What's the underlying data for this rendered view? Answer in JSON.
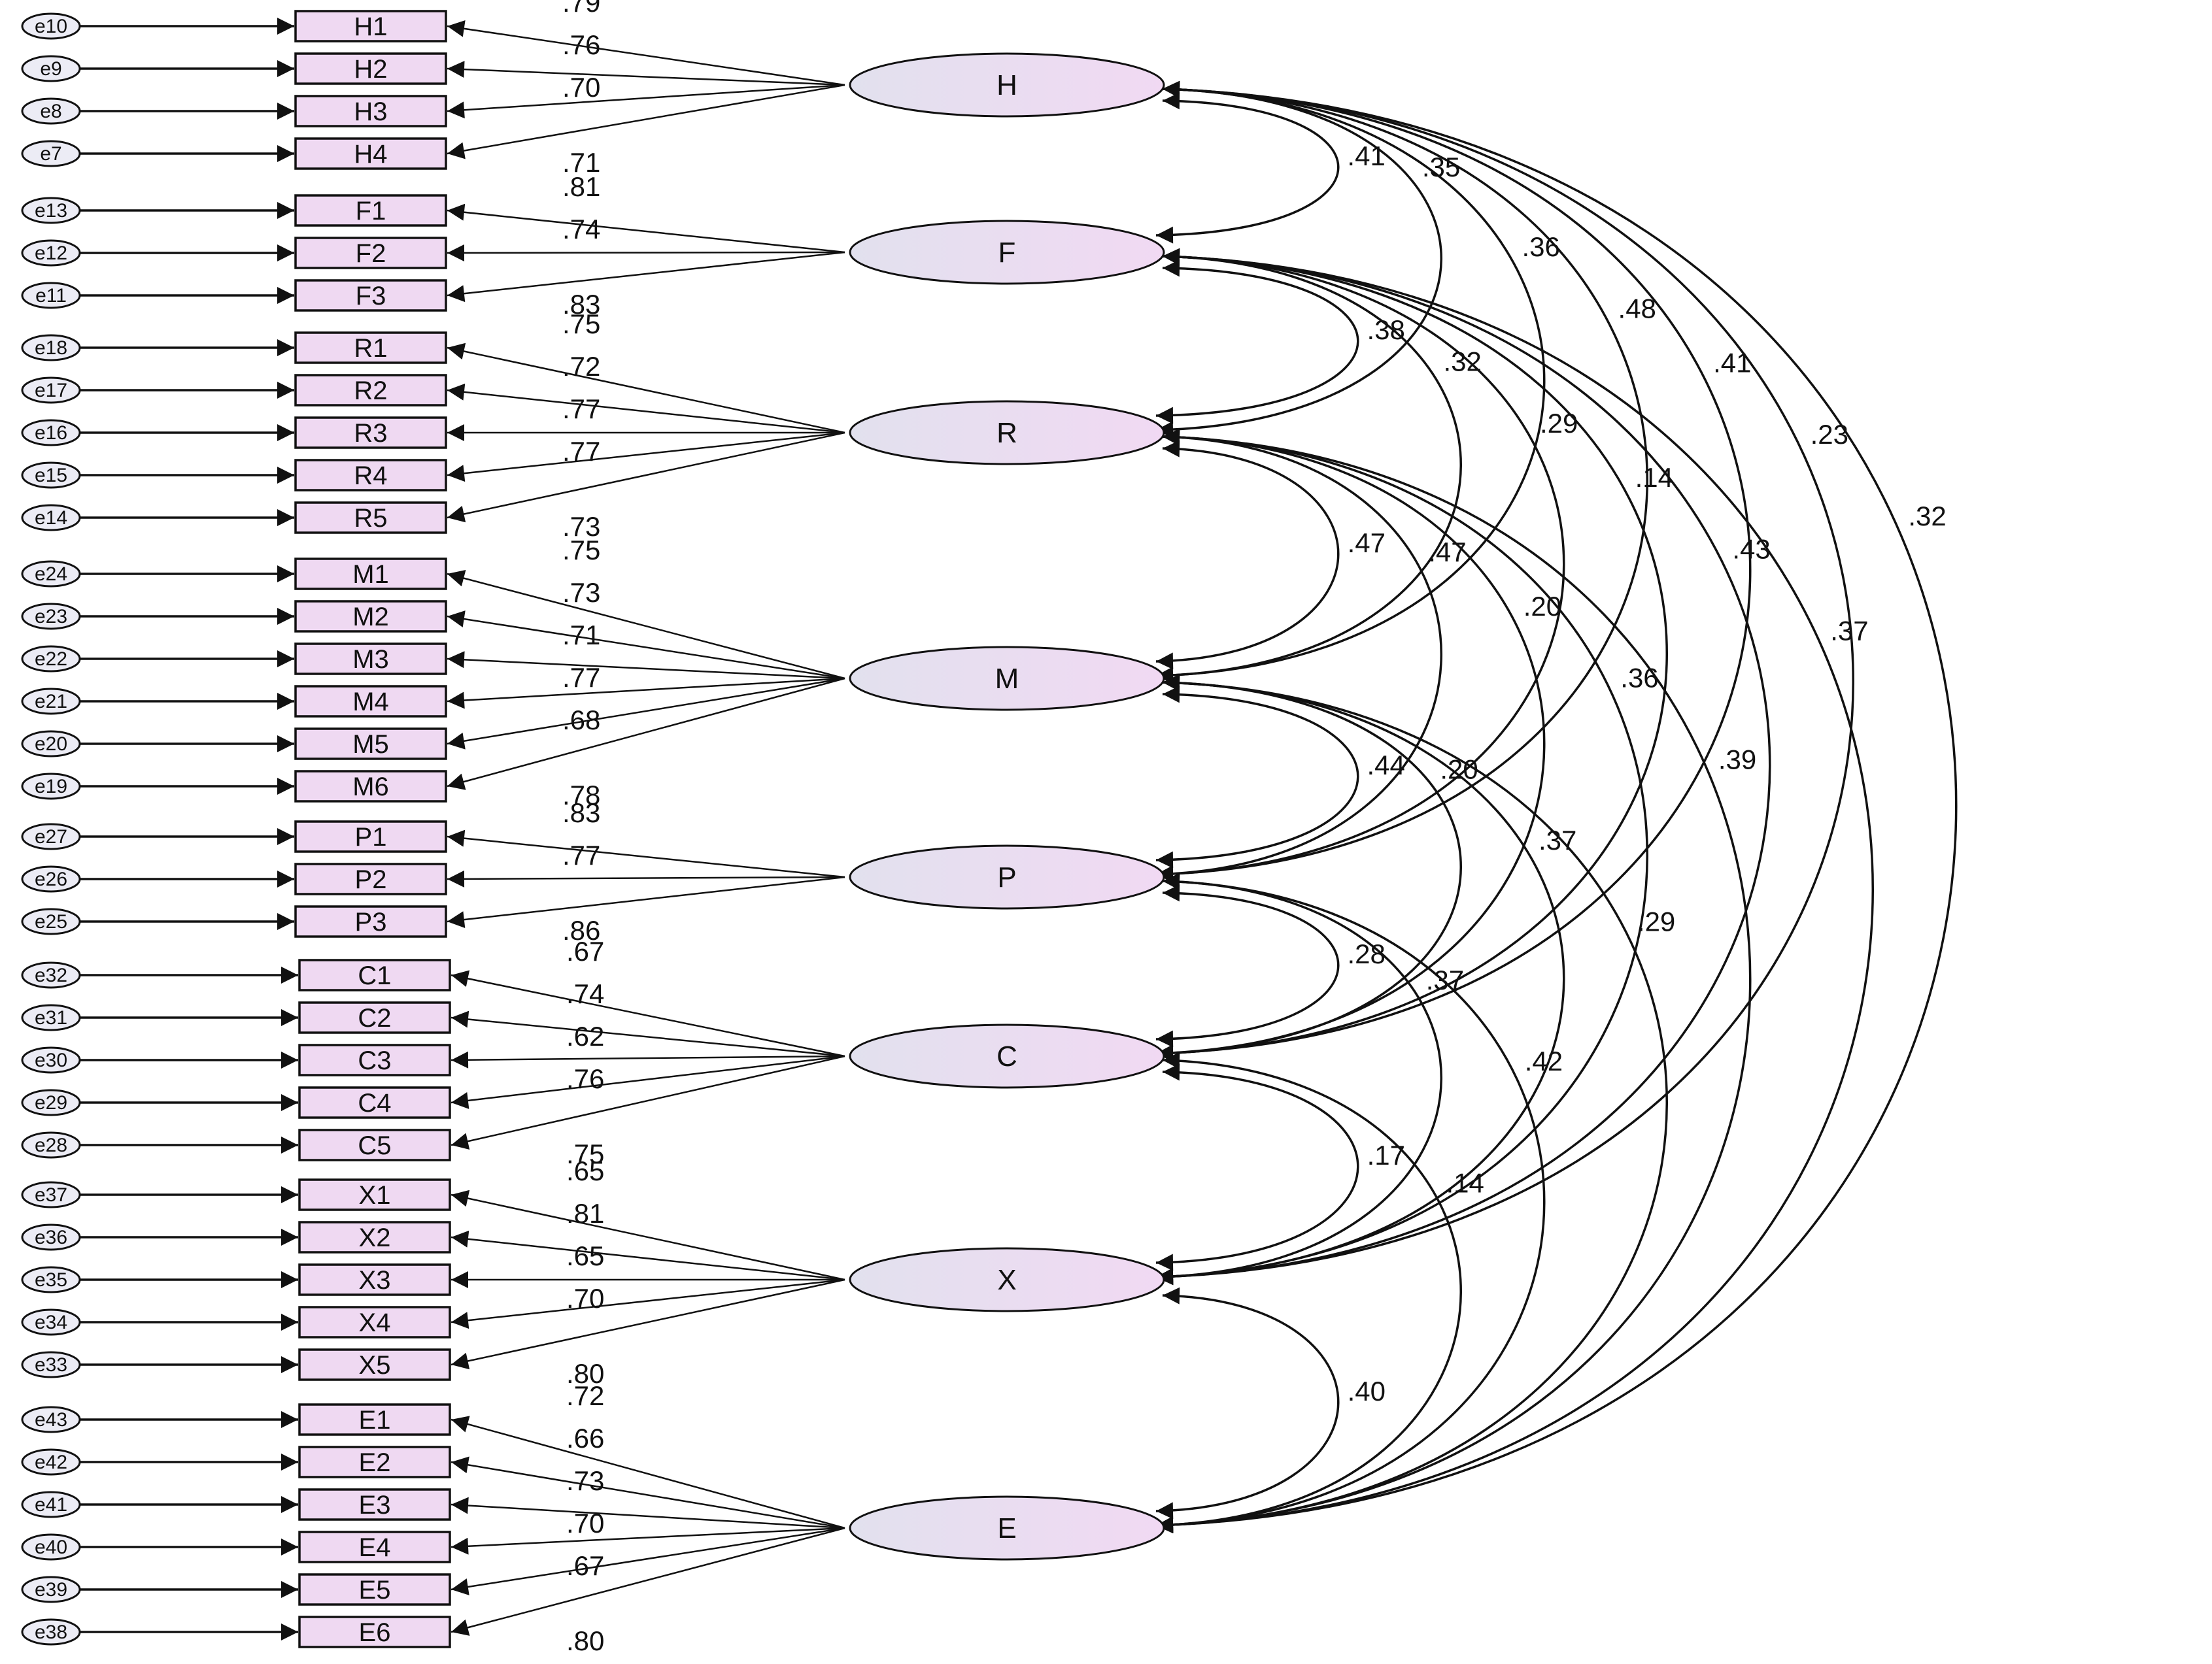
{
  "latents": [
    {
      "name": "H",
      "indicators": [
        {
          "name": "H1",
          "error": "e10",
          "loading": ".79"
        },
        {
          "name": "H2",
          "error": "e9",
          "loading": ".76"
        },
        {
          "name": "H3",
          "error": "e8",
          "loading": ".70"
        },
        {
          "name": "H4",
          "error": "e7",
          "loading": ".71"
        }
      ]
    },
    {
      "name": "F",
      "indicators": [
        {
          "name": "F1",
          "error": "e13",
          "loading": ".81"
        },
        {
          "name": "F2",
          "error": "e12",
          "loading": ".74"
        },
        {
          "name": "F3",
          "error": "e11",
          "loading": ".83"
        }
      ]
    },
    {
      "name": "R",
      "indicators": [
        {
          "name": "R1",
          "error": "e18",
          "loading": ".75"
        },
        {
          "name": "R2",
          "error": "e17",
          "loading": ".72"
        },
        {
          "name": "R3",
          "error": "e16",
          "loading": ".77"
        },
        {
          "name": "R4",
          "error": "e15",
          "loading": ".77"
        },
        {
          "name": "R5",
          "error": "e14",
          "loading": ".73"
        }
      ]
    },
    {
      "name": "M",
      "indicators": [
        {
          "name": "M1",
          "error": "e24",
          "loading": ".75"
        },
        {
          "name": "M2",
          "error": "e23",
          "loading": ".73"
        },
        {
          "name": "M3",
          "error": "e22",
          "loading": ".71"
        },
        {
          "name": "M4",
          "error": "e21",
          "loading": ".77"
        },
        {
          "name": "M5",
          "error": "e20",
          "loading": ".68"
        },
        {
          "name": "M6",
          "error": "e19",
          "loading": ".78"
        }
      ]
    },
    {
      "name": "P",
      "indicators": [
        {
          "name": "P1",
          "error": "e27",
          "loading": ".83"
        },
        {
          "name": "P2",
          "error": "e26",
          "loading": ".77"
        },
        {
          "name": "P3",
          "error": "e25",
          "loading": ".86"
        }
      ]
    },
    {
      "name": "C",
      "indicators": [
        {
          "name": "C1",
          "error": "e32",
          "loading": ".67"
        },
        {
          "name": "C2",
          "error": "e31",
          "loading": ".74"
        },
        {
          "name": "C3",
          "error": "e30",
          "loading": ".62"
        },
        {
          "name": "C4",
          "error": "e29",
          "loading": ".76"
        },
        {
          "name": "C5",
          "error": "e28",
          "loading": ".75"
        }
      ]
    },
    {
      "name": "X",
      "indicators": [
        {
          "name": "X1",
          "error": "e37",
          "loading": ".65"
        },
        {
          "name": "X2",
          "error": "e36",
          "loading": ".81"
        },
        {
          "name": "X3",
          "error": "e35",
          "loading": ".65"
        },
        {
          "name": "X4",
          "error": "e34",
          "loading": ".70"
        },
        {
          "name": "X5",
          "error": "e33",
          "loading": ".80"
        }
      ]
    },
    {
      "name": "E",
      "indicators": [
        {
          "name": "E1",
          "error": "e43",
          "loading": ".72"
        },
        {
          "name": "E2",
          "error": "e42",
          "loading": ".66"
        },
        {
          "name": "E3",
          "error": "e41",
          "loading": ".73"
        },
        {
          "name": "E4",
          "error": "e40",
          "loading": ".70"
        },
        {
          "name": "E5",
          "error": "e39",
          "loading": ".67"
        },
        {
          "name": "E6",
          "error": "e38",
          "loading": ".80"
        }
      ]
    }
  ],
  "covariances": [
    {
      "from": "H",
      "to": "F",
      "value": ".41"
    },
    {
      "from": "H",
      "to": "R",
      "value": ".35"
    },
    {
      "from": "H",
      "to": "M",
      "value": ".36"
    },
    {
      "from": "H",
      "to": "P",
      "value": ".48"
    },
    {
      "from": "H",
      "to": "C",
      "value": ".41"
    },
    {
      "from": "H",
      "to": "X",
      "value": ".23"
    },
    {
      "from": "H",
      "to": "E",
      "value": ".32"
    },
    {
      "from": "F",
      "to": "R",
      "value": ".38"
    },
    {
      "from": "F",
      "to": "M",
      "value": ".32"
    },
    {
      "from": "F",
      "to": "P",
      "value": ".29"
    },
    {
      "from": "F",
      "to": "C",
      "value": ".14"
    },
    {
      "from": "F",
      "to": "X",
      "value": ".43"
    },
    {
      "from": "F",
      "to": "E",
      "value": ".37"
    },
    {
      "from": "R",
      "to": "M",
      "value": ".47"
    },
    {
      "from": "R",
      "to": "P",
      "value": ".47"
    },
    {
      "from": "R",
      "to": "C",
      "value": ".20"
    },
    {
      "from": "R",
      "to": "X",
      "value": ".36"
    },
    {
      "from": "R",
      "to": "E",
      "value": ".39"
    },
    {
      "from": "M",
      "to": "P",
      "value": ".44"
    },
    {
      "from": "M",
      "to": "C",
      "value": ".20"
    },
    {
      "from": "M",
      "to": "X",
      "value": ".37"
    },
    {
      "from": "M",
      "to": "E",
      "value": ".29"
    },
    {
      "from": "P",
      "to": "C",
      "value": ".28"
    },
    {
      "from": "P",
      "to": "X",
      "value": ".37"
    },
    {
      "from": "P",
      "to": "E",
      "value": ".42"
    },
    {
      "from": "C",
      "to": "X",
      "value": ".17"
    },
    {
      "from": "C",
      "to": "E",
      "value": ".14"
    },
    {
      "from": "X",
      "to": "E",
      "value": ".40"
    }
  ],
  "colors": {
    "latent_fill_top": "#f0dcf3",
    "latent_fill_bottom": "#e6ddf0",
    "indicator_fill": "#efd9f2",
    "error_fill": "#ececf5",
    "stroke": "#111111"
  }
}
